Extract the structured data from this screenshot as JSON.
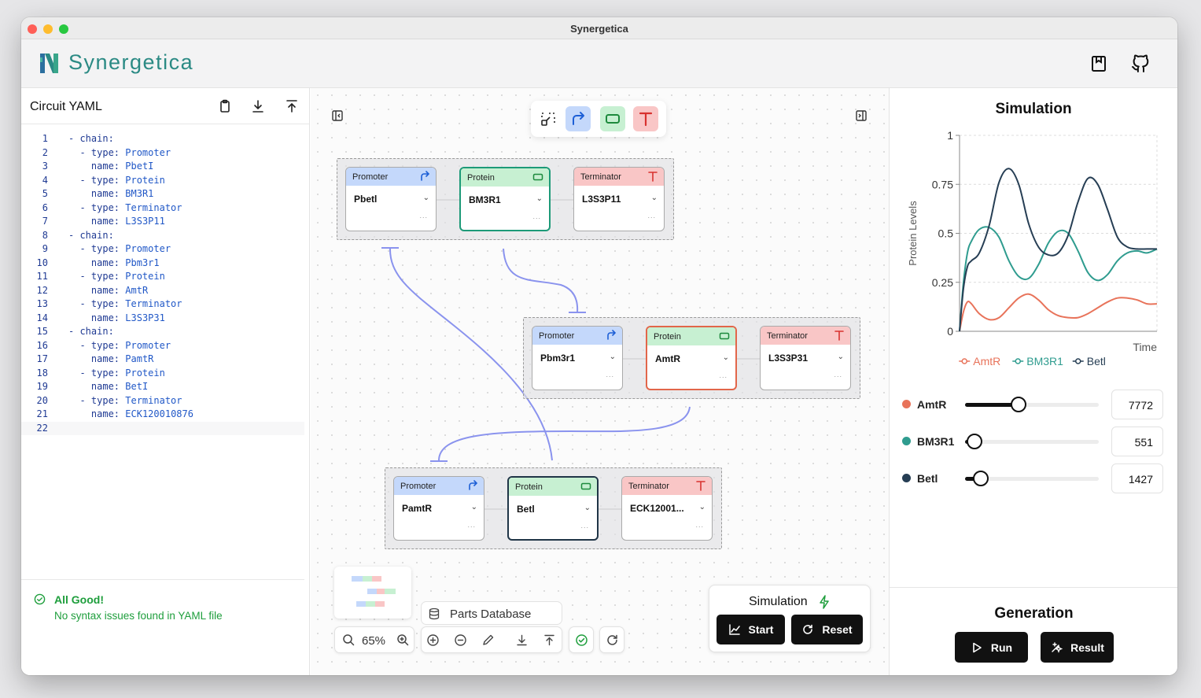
{
  "window": {
    "title": "Synergetica"
  },
  "app": {
    "brand": "Synergetica"
  },
  "colors": {
    "promoter": "#c4d8fb",
    "protein": "#c7f0d2",
    "terminator": "#f9c6c6",
    "brand": "#2b8a84",
    "ok": "#1e9e3c",
    "amtr": "#e8735a",
    "bm3r1": "#2f9c8f",
    "betl": "#263e54"
  },
  "editor": {
    "title": "Circuit YAML",
    "lines": [
      {
        "n": "1",
        "indent": "",
        "key": "- chain:",
        "value": ""
      },
      {
        "n": "2",
        "indent": "  ",
        "key": "- type: ",
        "value": "Promoter"
      },
      {
        "n": "3",
        "indent": "    ",
        "key": "name: ",
        "value": "PbetI"
      },
      {
        "n": "4",
        "indent": "  ",
        "key": "- type: ",
        "value": "Protein"
      },
      {
        "n": "5",
        "indent": "    ",
        "key": "name: ",
        "value": "BM3R1"
      },
      {
        "n": "6",
        "indent": "  ",
        "key": "- type: ",
        "value": "Terminator"
      },
      {
        "n": "7",
        "indent": "    ",
        "key": "name: ",
        "value": "L3S3P11"
      },
      {
        "n": "8",
        "indent": "",
        "key": "- chain:",
        "value": ""
      },
      {
        "n": "9",
        "indent": "  ",
        "key": "- type: ",
        "value": "Promoter"
      },
      {
        "n": "10",
        "indent": "    ",
        "key": "name: ",
        "value": "Pbm3r1"
      },
      {
        "n": "11",
        "indent": "  ",
        "key": "- type: ",
        "value": "Protein"
      },
      {
        "n": "12",
        "indent": "    ",
        "key": "name: ",
        "value": "AmtR"
      },
      {
        "n": "13",
        "indent": "  ",
        "key": "- type: ",
        "value": "Terminator"
      },
      {
        "n": "14",
        "indent": "    ",
        "key": "name: ",
        "value": "L3S3P31"
      },
      {
        "n": "15",
        "indent": "",
        "key": "- chain:",
        "value": ""
      },
      {
        "n": "16",
        "indent": "  ",
        "key": "- type: ",
        "value": "Promoter"
      },
      {
        "n": "17",
        "indent": "    ",
        "key": "name: ",
        "value": "PamtR"
      },
      {
        "n": "18",
        "indent": "  ",
        "key": "- type: ",
        "value": "Protein"
      },
      {
        "n": "19",
        "indent": "    ",
        "key": "name: ",
        "value": "BetI"
      },
      {
        "n": "20",
        "indent": "  ",
        "key": "- type: ",
        "value": "Terminator"
      },
      {
        "n": "21",
        "indent": "    ",
        "key": "name: ",
        "value": "ECK120010876"
      },
      {
        "n": "22",
        "indent": "",
        "key": "",
        "value": ""
      }
    ],
    "status_title": "All Good!",
    "status_message": "No syntax issues found in YAML file"
  },
  "chains": [
    {
      "nodes": [
        {
          "kind": "promoter",
          "type": "Promoter",
          "name": "Pbetl",
          "more": "..."
        },
        {
          "kind": "protein",
          "type": "Protein",
          "name": "BM3R1",
          "more": "..."
        },
        {
          "kind": "terminator",
          "type": "Terminator",
          "name": "L3S3P11",
          "more": "..."
        }
      ]
    },
    {
      "nodes": [
        {
          "kind": "promoter",
          "type": "Promoter",
          "name": "Pbm3r1",
          "more": "..."
        },
        {
          "kind": "protein",
          "type": "Protein",
          "name": "AmtR",
          "more": "..."
        },
        {
          "kind": "terminator",
          "type": "Terminator",
          "name": "L3S3P31",
          "more": "..."
        }
      ]
    },
    {
      "nodes": [
        {
          "kind": "promoter",
          "type": "Promoter",
          "name": "PamtR",
          "more": "..."
        },
        {
          "kind": "protein",
          "type": "Protein",
          "name": "Betl",
          "more": "..."
        },
        {
          "kind": "terminator",
          "type": "Terminator",
          "name": "ECK12001...",
          "more": "..."
        }
      ]
    }
  ],
  "canvas": {
    "zoom": "65%",
    "parts_db_label": "Parts Database",
    "sim_title": "Simulation",
    "start_label": "Start",
    "reset_label": "Reset"
  },
  "simulation": {
    "title": "Simulation",
    "sliders": [
      {
        "name": "AmtR",
        "value": "7772",
        "fraction": 0.4,
        "color": "#e8735a"
      },
      {
        "name": "BM3R1",
        "value": "551",
        "fraction": 0.07,
        "color": "#2f9c8f"
      },
      {
        "name": "Betl",
        "value": "1427",
        "fraction": 0.12,
        "color": "#263e54"
      }
    ]
  },
  "chart_data": {
    "type": "line",
    "title": "",
    "xlabel": "Time",
    "ylabel": "Protein Levels",
    "ylim": [
      0,
      1
    ],
    "xlim": [
      0,
      1
    ],
    "yticks": [
      "0",
      "0.25",
      "0.5",
      "0.75",
      "1"
    ],
    "yticks_values": [
      0,
      0.25,
      0.5,
      0.75,
      1
    ],
    "grid": true,
    "legend_position": "bottom",
    "x": [
      0,
      0.02,
      0.04,
      0.06,
      0.1,
      0.15,
      0.2,
      0.25,
      0.3,
      0.35,
      0.4,
      0.45,
      0.5,
      0.55,
      0.6,
      0.65,
      0.7,
      0.75,
      0.8,
      0.85,
      0.9,
      0.95,
      1.0
    ],
    "series": [
      {
        "name": "AmtR",
        "color": "#e8735a",
        "values": [
          0,
          0.1,
          0.15,
          0.14,
          0.09,
          0.06,
          0.07,
          0.12,
          0.17,
          0.19,
          0.16,
          0.11,
          0.08,
          0.07,
          0.07,
          0.09,
          0.12,
          0.15,
          0.17,
          0.17,
          0.16,
          0.14,
          0.14
        ]
      },
      {
        "name": "BM3R1",
        "color": "#2f9c8f",
        "values": [
          0,
          0.25,
          0.4,
          0.46,
          0.52,
          0.53,
          0.48,
          0.36,
          0.28,
          0.27,
          0.34,
          0.45,
          0.51,
          0.5,
          0.41,
          0.3,
          0.26,
          0.29,
          0.36,
          0.4,
          0.41,
          0.4,
          0.42
        ]
      },
      {
        "name": "Betl",
        "color": "#263e54",
        "values": [
          0,
          0.22,
          0.33,
          0.36,
          0.4,
          0.54,
          0.76,
          0.83,
          0.75,
          0.55,
          0.43,
          0.39,
          0.4,
          0.49,
          0.66,
          0.78,
          0.75,
          0.62,
          0.48,
          0.43,
          0.42,
          0.42,
          0.42
        ]
      }
    ]
  },
  "generation": {
    "title": "Generation",
    "run_label": "Run",
    "result_label": "Result"
  }
}
